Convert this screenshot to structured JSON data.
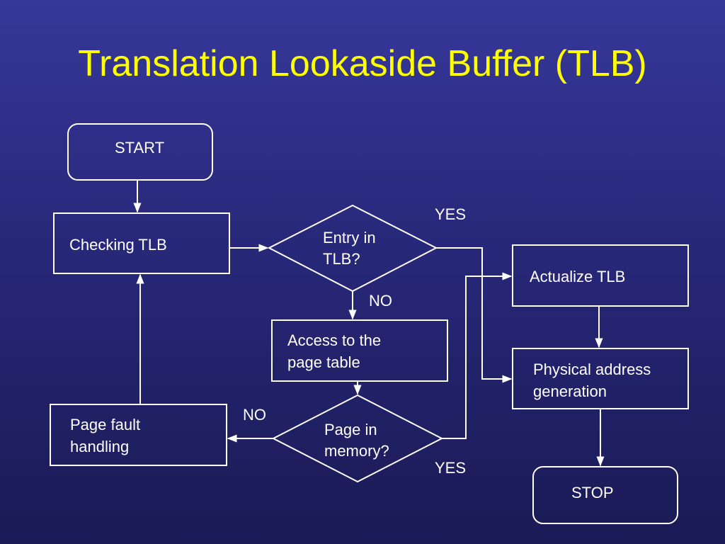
{
  "title": "Translation Lookaside Buffer (TLB)",
  "colors": {
    "title": "#ffff00",
    "background_top": "#37379a",
    "background_bottom": "#1a1a55",
    "lines": "#ffffff"
  },
  "nodes": {
    "start": "START",
    "checking": "Checking TLB",
    "entry_q": [
      "Entry in",
      "TLB?"
    ],
    "access": [
      "Access to the",
      "page table"
    ],
    "in_memory_q": [
      "Page in",
      "memory?"
    ],
    "page_fault": [
      "Page fault",
      "handling"
    ],
    "actualize": "Actualize TLB",
    "physical": [
      "Physical address",
      "generation"
    ],
    "stop": "STOP"
  },
  "edge_labels": {
    "entry_yes": "YES",
    "entry_no": "NO",
    "memory_no": "NO",
    "memory_yes": "YES"
  }
}
